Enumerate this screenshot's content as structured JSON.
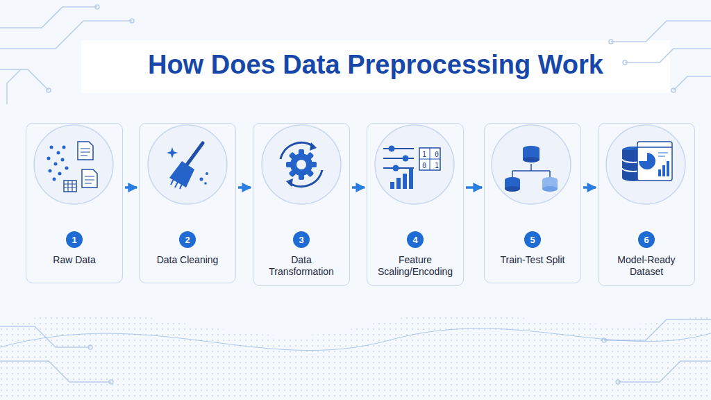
{
  "diagram": {
    "title": "How Does Data Preprocessing Work",
    "nodes": [
      {
        "text": [
          "Raw Data"
        ]
      },
      {
        "text": [
          "1"
        ],
        "in": 0
      },
      {
        "text": [
          "Data Cleaning"
        ]
      },
      {
        "text": [
          "2"
        ],
        "in": 2
      },
      {
        "text": [
          "Data Transformation"
        ]
      },
      {
        "text": [
          "3"
        ],
        "in": 4
      },
      {
        "text": [
          "Feature Scaling/Encoding"
        ]
      },
      {
        "text": [
          "4"
        ],
        "in": 6
      },
      {
        "text": [
          "Train-Test Split"
        ]
      },
      {
        "text": [
          "5"
        ],
        "in": 8
      },
      {
        "text": [
          "Model-Ready Dataset"
        ]
      },
      {
        "text": [
          "6"
        ],
        "in": 10
      }
    ],
    "edges": [
      {
        "from": 0,
        "to": 2,
        "arrow": "to"
      },
      {
        "from": 2,
        "to": 4,
        "arrow": "to"
      },
      {
        "from": 4,
        "to": 6,
        "arrow": "to"
      },
      {
        "from": 6,
        "to": 8,
        "arrow": "to"
      },
      {
        "from": 8,
        "to": 10,
        "arrow": "to"
      }
    ],
    "labels": [
      "1 0",
      "0 1"
    ]
  }
}
